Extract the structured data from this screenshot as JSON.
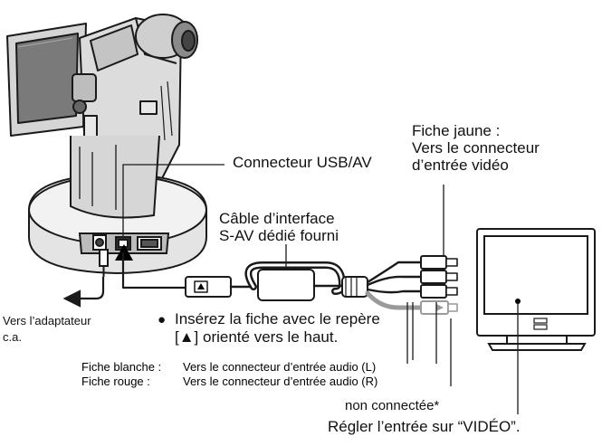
{
  "labels": {
    "usb_av_connector": "Connecteur USB/AV",
    "yellow_plug_line1": "Fiche jaune :",
    "yellow_plug_line2": "Vers le connecteur",
    "yellow_plug_line3": "d’entrée vidéo",
    "cable_line1": "Câble d’interface",
    "cable_line2": "S-AV dédié fourni",
    "adapter_line1": "Vers l’adaptateur",
    "adapter_line2": "c.a.",
    "insert_bullet": "●",
    "insert_line1": "Insérez la fiche avec le repère",
    "insert_line2": "[▲]  orienté vers le haut.",
    "white_plug_key": "Fiche blanche :",
    "white_plug_value": "Vers le connecteur d’entrée audio (L)",
    "red_plug_key": "Fiche rouge :",
    "red_plug_value": "Vers le connecteur d’entrée audio (R)",
    "not_connected": "non connectée*",
    "set_input": "Régler l’entrée sur “VIDÉO”."
  },
  "colors": {
    "line": "#1a1a1a",
    "camera_fill": "#d9d9d9",
    "camera_dark": "#6e6e6e",
    "cable_gray": "#9a9a9a"
  },
  "icons": [
    "camcorder-icon",
    "docking-station-icon",
    "tv-icon",
    "av-cable-icon",
    "ac-plug-icon",
    "arrow-left-icon"
  ]
}
